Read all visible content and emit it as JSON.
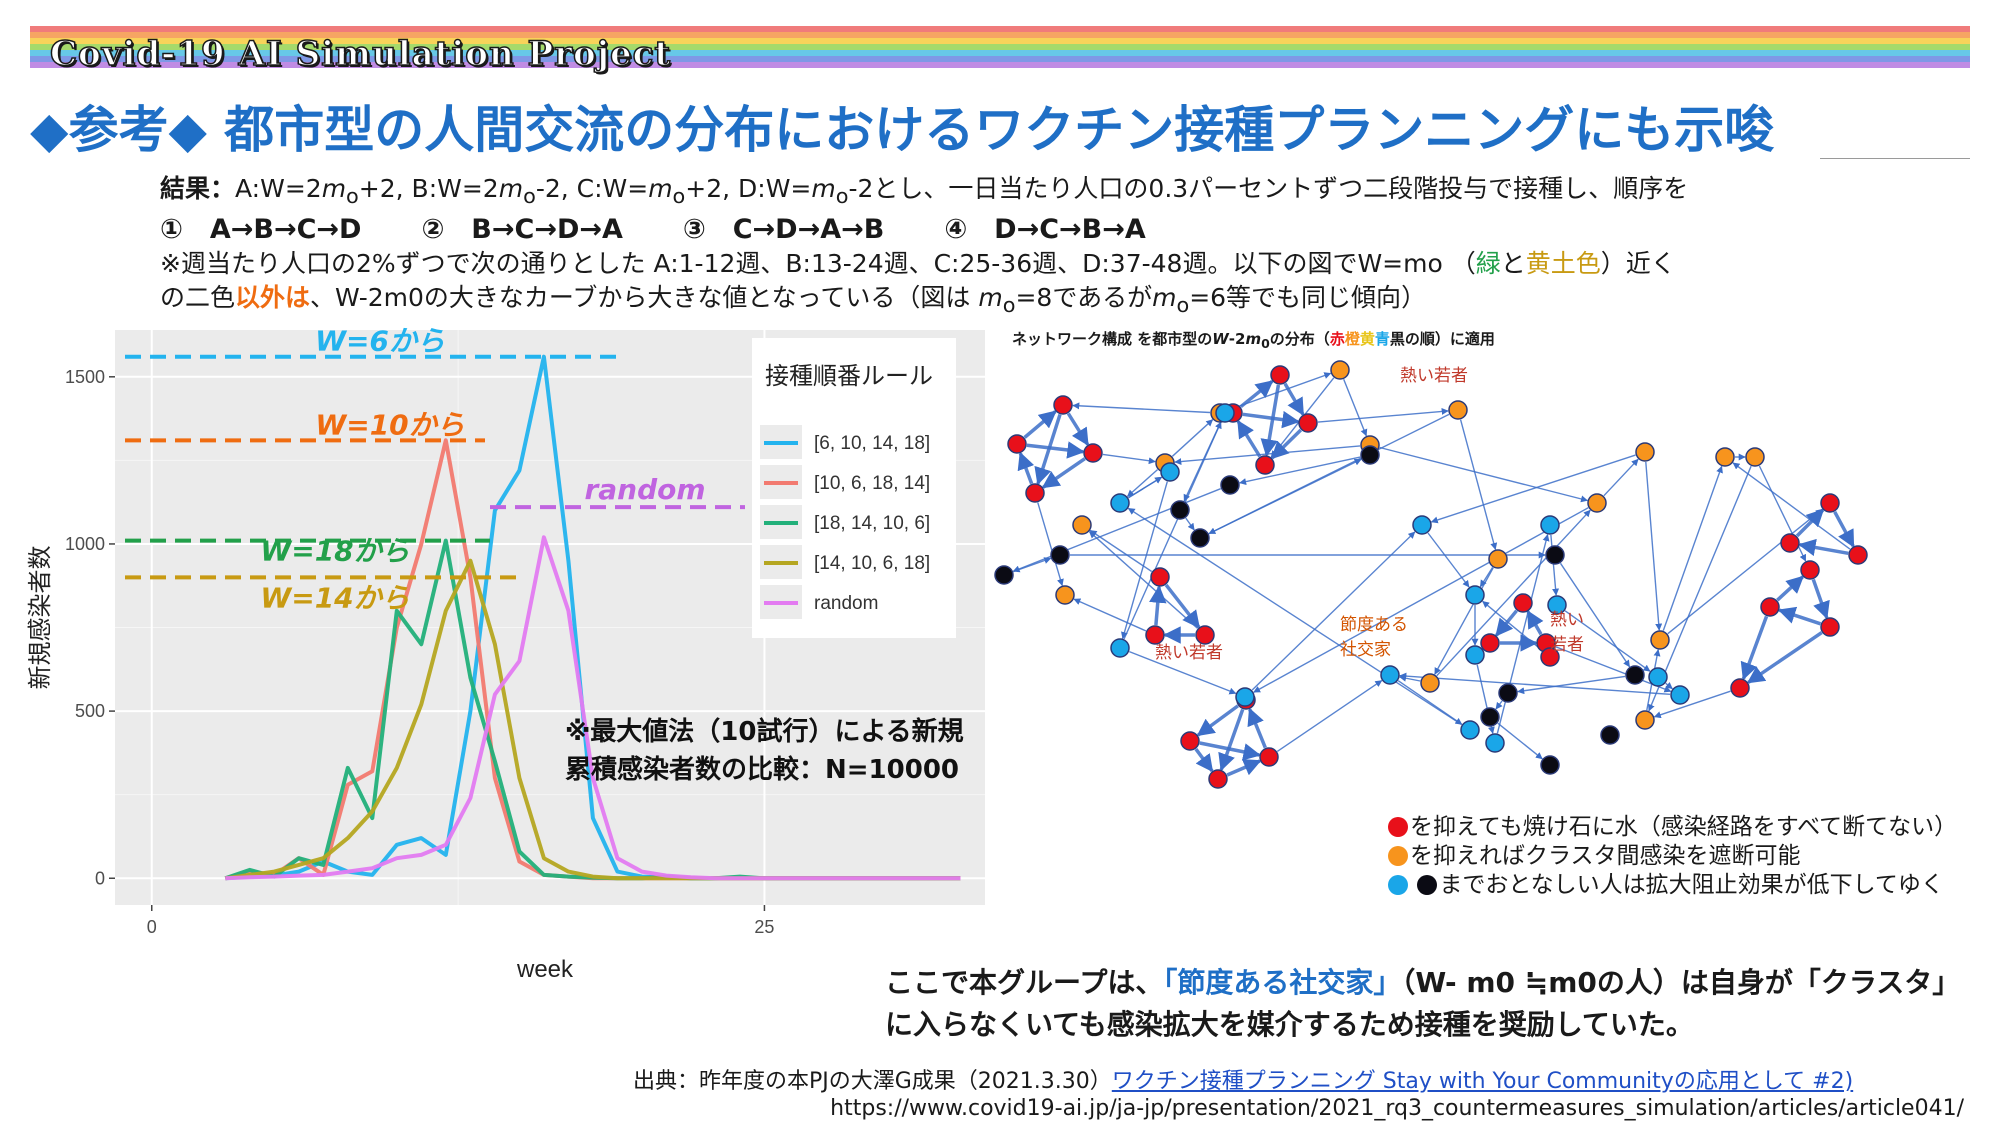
{
  "header": {
    "project": "Covid-19 AI Simulation Project",
    "title": "◆参考◆ 都市型の人間交流の分布におけるワクチン接種プランニングにも示唆",
    "rainbow_colors": [
      "#f07b7b",
      "#f6a563",
      "#f8d35a",
      "#a5da6b",
      "#67c8e8",
      "#7f98e6",
      "#c08ce4"
    ]
  },
  "result": {
    "label": "結果：",
    "line1_prefix": "A:W=2",
    "line1_m": "m",
    "line1_sub": "o",
    "line1_a_rest": "+2, B:W=2",
    "line1_b_rest": "-2, C:W=",
    "line1_c_rest": "+2, D:W=",
    "line1_d_rest": "-2とし、一日当たり人口の0.3パーセントずつ二段階投与で接種し、順序を",
    "orders": [
      "①　A→B→C→D",
      "②　B→C→D→A",
      "③　C→D→A→B",
      "④　D→C→B→A"
    ],
    "note_line1_a": "※週当たり人口の2%ずつで次の通りとした A:1-12週、B:13-24週、C:25-36週、D:37-48週。以下の図でW=mo （",
    "note_green": "緑",
    "note_mid": "と",
    "note_ocher": "黄土色",
    "note_line1_end": "）近く",
    "note_line2_a": "の二色",
    "note_orange": "以外は",
    "note_line2_b": "、W-2m0の大きなカーブから大きな値となっている（図は ",
    "note_line2_m1": "m",
    "note_line2_c": "=8であるが",
    "note_line2_d": "=6等でも同じ傾向",
    "note_line2_end": "）"
  },
  "chart_data": {
    "type": "line",
    "xlabel": "week",
    "ylabel": "新規感染者数",
    "xlim": [
      -1.5,
      34
    ],
    "ylim": [
      -80,
      1640
    ],
    "x_ticks": [
      0,
      25
    ],
    "y_ticks": [
      0,
      500,
      1000,
      1500
    ],
    "grid": true,
    "legend": {
      "title": "接種順番ルール",
      "placement": "right"
    },
    "x": [
      3,
      4,
      5,
      6,
      7,
      8,
      9,
      10,
      11,
      12,
      13,
      14,
      15,
      16,
      17,
      18,
      19,
      20,
      21,
      22,
      23,
      24,
      25,
      26,
      27,
      28,
      29,
      30,
      31,
      32,
      33
    ],
    "series": [
      {
        "name": "[6, 10, 14, 18]",
        "color": "#23b3ee",
        "values": [
          0,
          5,
          8,
          20,
          50,
          20,
          10,
          100,
          120,
          70,
          500,
          1100,
          1220,
          1560,
          950,
          180,
          20,
          5,
          2,
          0,
          0,
          0,
          0,
          0,
          0,
          0,
          0,
          0,
          0,
          0,
          0
        ]
      },
      {
        "name": "[10, 6, 18, 14]",
        "color": "#f27a70",
        "values": [
          0,
          20,
          10,
          60,
          10,
          280,
          320,
          750,
          1000,
          1310,
          900,
          300,
          50,
          10,
          5,
          0,
          0,
          0,
          0,
          0,
          0,
          0,
          0,
          0,
          0,
          0,
          0,
          0,
          0,
          0,
          0
        ]
      },
      {
        "name": "[18, 14, 10, 6]",
        "color": "#22b07a",
        "values": [
          0,
          25,
          5,
          60,
          40,
          330,
          180,
          800,
          700,
          1010,
          600,
          350,
          80,
          10,
          5,
          2,
          0,
          0,
          5,
          0,
          0,
          5,
          0,
          0,
          0,
          0,
          0,
          0,
          0,
          0,
          0
        ]
      },
      {
        "name": "[14, 10, 6, 18]",
        "color": "#b5a621",
        "values": [
          0,
          10,
          20,
          40,
          60,
          120,
          200,
          330,
          520,
          800,
          950,
          700,
          300,
          60,
          20,
          5,
          0,
          0,
          0,
          0,
          0,
          0,
          0,
          0,
          0,
          0,
          0,
          0,
          0,
          0,
          0
        ]
      },
      {
        "name": "random",
        "color": "#e37bf1",
        "values": [
          0,
          3,
          5,
          8,
          10,
          20,
          30,
          60,
          70,
          100,
          240,
          550,
          650,
          1020,
          800,
          300,
          60,
          20,
          8,
          3,
          0,
          0,
          0,
          0,
          0,
          0,
          0,
          0,
          0,
          0,
          0
        ]
      }
    ],
    "reference_lines": [
      {
        "label": "W=6から",
        "value": 1560,
        "color": "#23b3ee"
      },
      {
        "label": "W=10から",
        "value": 1310,
        "color": "#ef6c11"
      },
      {
        "label": "W=18から",
        "value": 1010,
        "color": "#22a04a"
      },
      {
        "label": "W=14から",
        "value": 900,
        "color": "#c89a12"
      },
      {
        "label": "random",
        "value": 1110,
        "color": "#c064e0"
      }
    ],
    "annotation_line1": "※最大値法（10試行）による新規",
    "annotation_line2": "累積感染者数の比較：N=10000"
  },
  "network": {
    "title": "ネットワーク構成 を都市型の",
    "title_w": "W",
    "title_mid": "-2",
    "title_m": "m",
    "title_sub": "0",
    "title_after": "の分布（",
    "title_red": "赤",
    "title_orange": "橙",
    "title_yellow": "黄",
    "title_blue": "青",
    "title_black": "黒",
    "title_end": "の順）に適用",
    "labels": [
      "熱い若者",
      "熱い若者",
      "節度ある",
      "社交家",
      "熱い",
      "若者"
    ],
    "colors": {
      "red": "#e8101a",
      "orange": "#f7941d",
      "blue": "#1aa6e8",
      "black": "#0b0b14",
      "edge": "#3c6ec8"
    }
  },
  "legend_notes": {
    "red": "を抑えても焼け石に水（感染経路をすべて断てない）",
    "orange": "を抑えればクラスタ間感染を遮断可能",
    "blue_black": "までおとなしい人は拡大阻止効果が低下してゆく"
  },
  "conclusion": {
    "prefix": "ここで本グループは、",
    "highlight": "「節度ある社交家」",
    "suffix": "（W- m0 ≒m0の人）は自身が「クラスタ」に入らなくいても感染拡大を媒介するため接種を奨励していた。"
  },
  "source": {
    "prefix": "出典：昨年度の本PJの大澤G成果（2021.3.30）",
    "link": "ワクチン接種プランニング Stay with Your Communityの応用として #2)",
    "url": "https://www.covid19-ai.jp/ja-jp/presentation/2021_rq3_countermeasures_simulation/articles/article041/"
  }
}
